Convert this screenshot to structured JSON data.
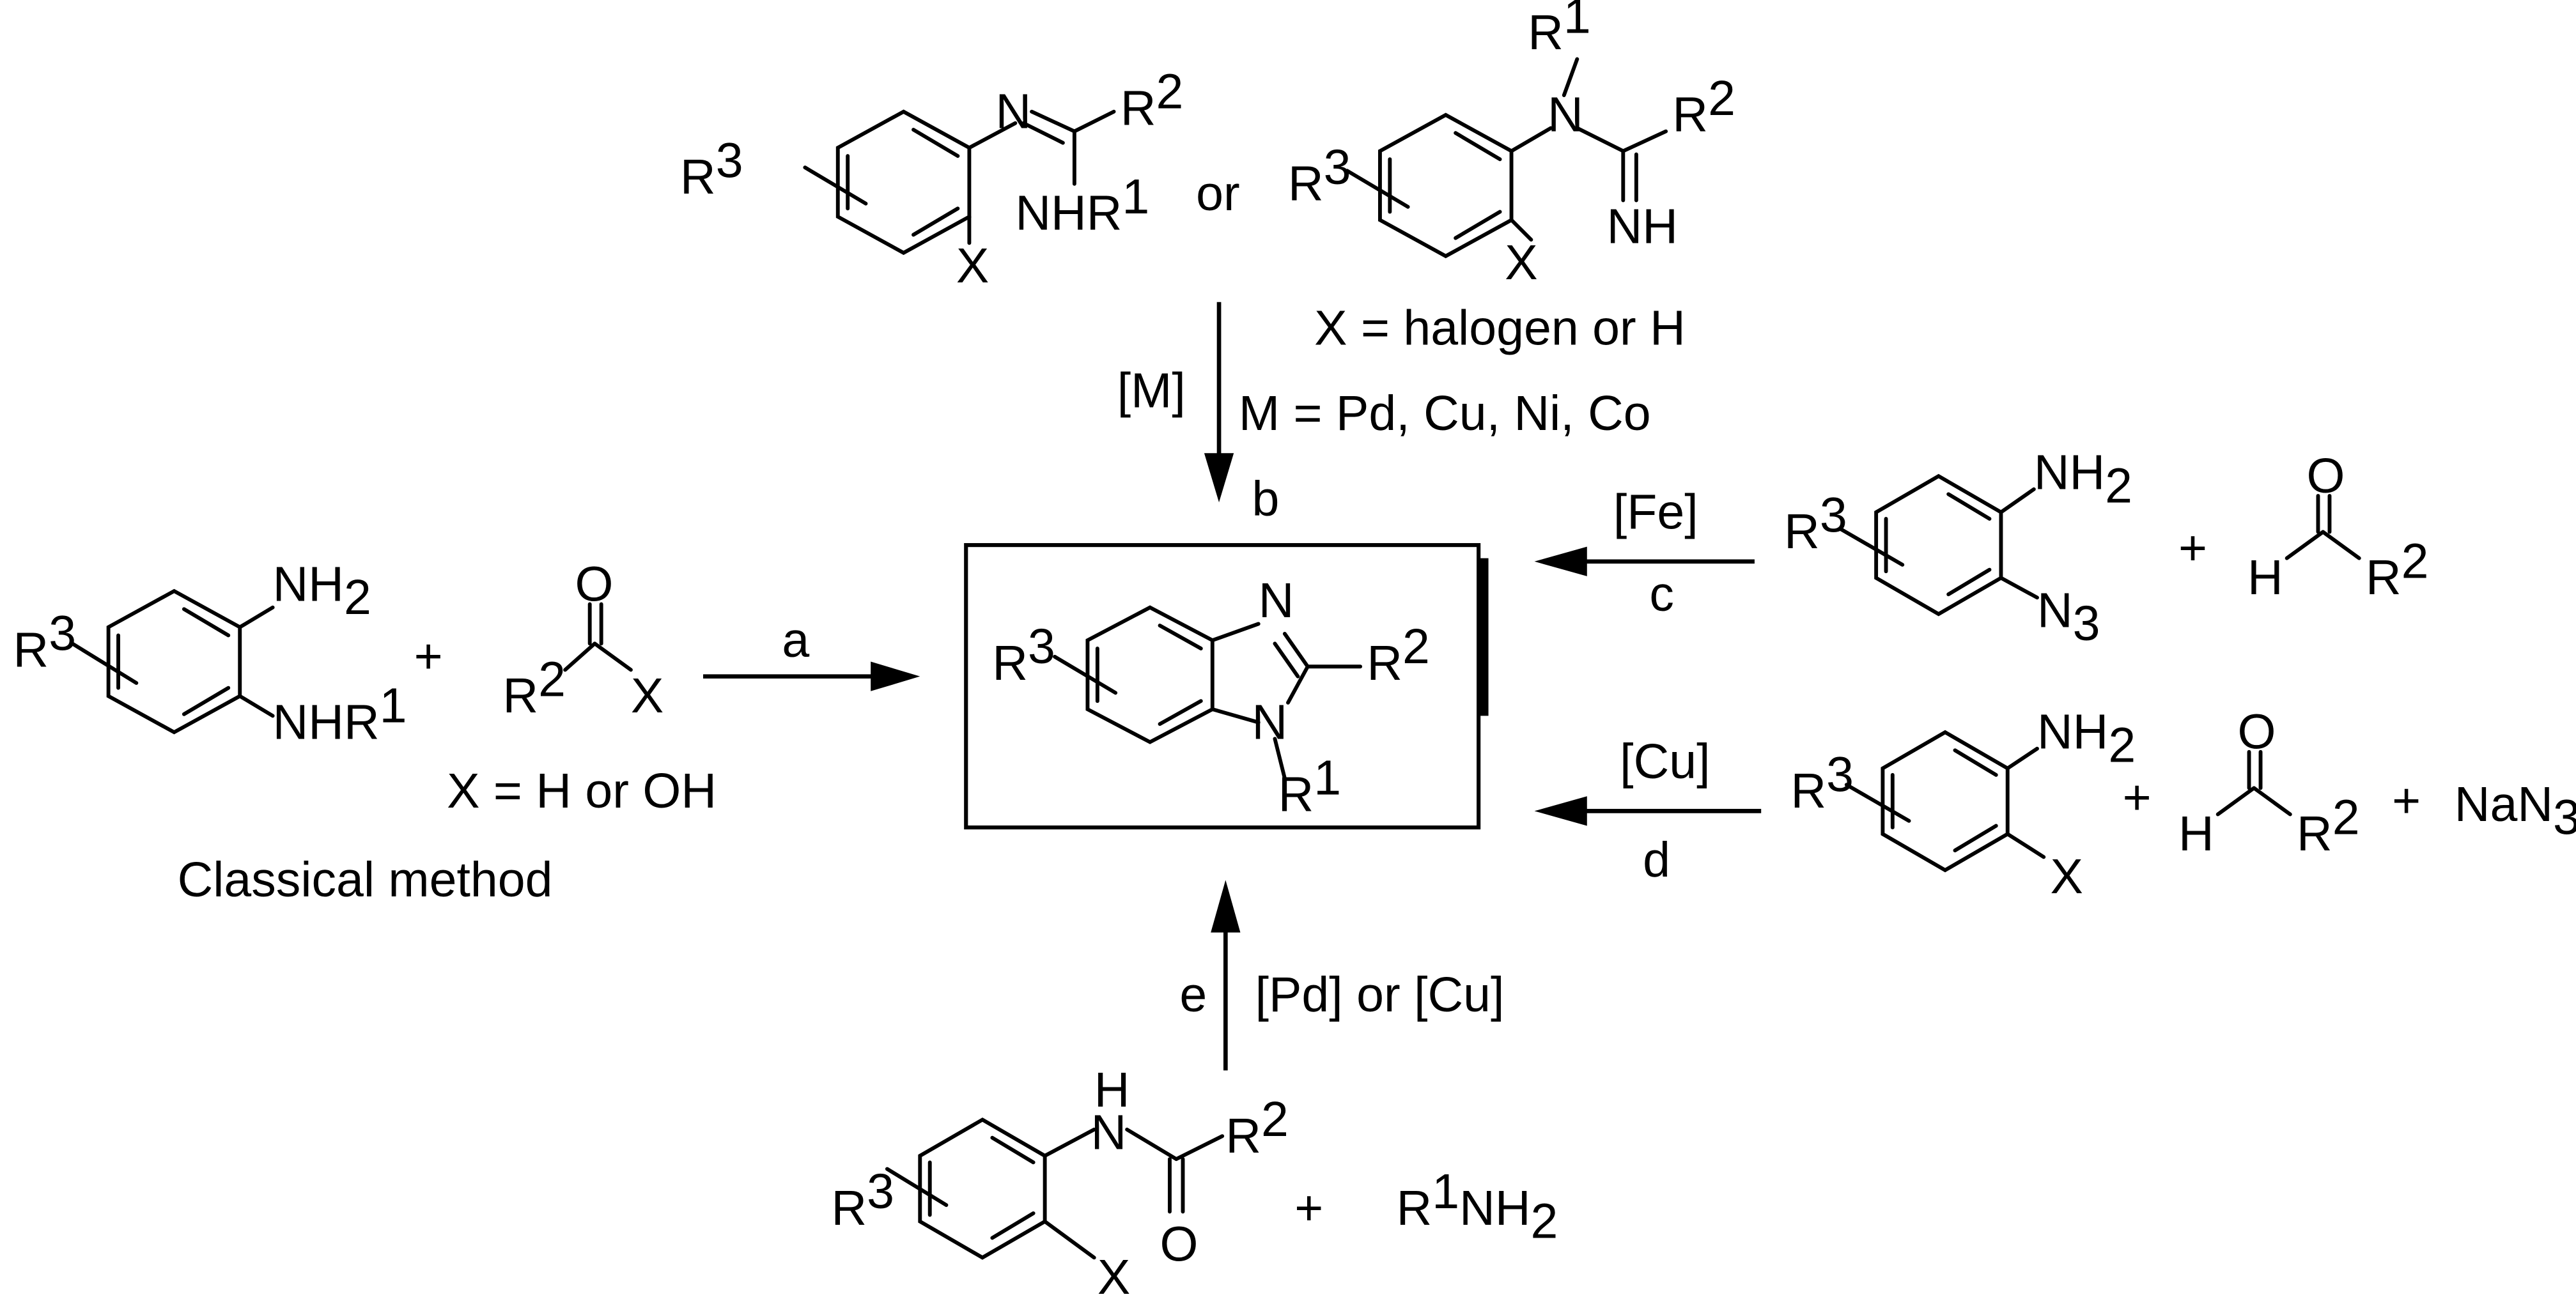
{
  "atoms": {
    "R": "R",
    "one": "1",
    "two": "2",
    "three": "3",
    "X": "X",
    "N": "N",
    "H": "H",
    "O": "O",
    "NH": "NH",
    "NHR": "NHR",
    "NH2_main": "NH",
    "N3_main": "N",
    "NaN": "NaN",
    "NH2_amine": "NH"
  },
  "top": {
    "or_label": "or",
    "x_def": "X = halogen or H",
    "catalyst": "[M]",
    "metals": "M = Pd, Cu, Ni, Co",
    "route": "b"
  },
  "route_a": {
    "plus": "+",
    "x_def": "X = H or OH",
    "route": "a",
    "method": "Classical method"
  },
  "route_c": {
    "catalyst": "[Fe]",
    "route": "c",
    "plus": "+"
  },
  "route_d": {
    "catalyst": "[Cu]",
    "route": "d",
    "plus1": "+",
    "plus2": "+"
  },
  "route_e": {
    "route": "e",
    "catalyst": "[Pd] or [Cu]",
    "plus": "+"
  }
}
